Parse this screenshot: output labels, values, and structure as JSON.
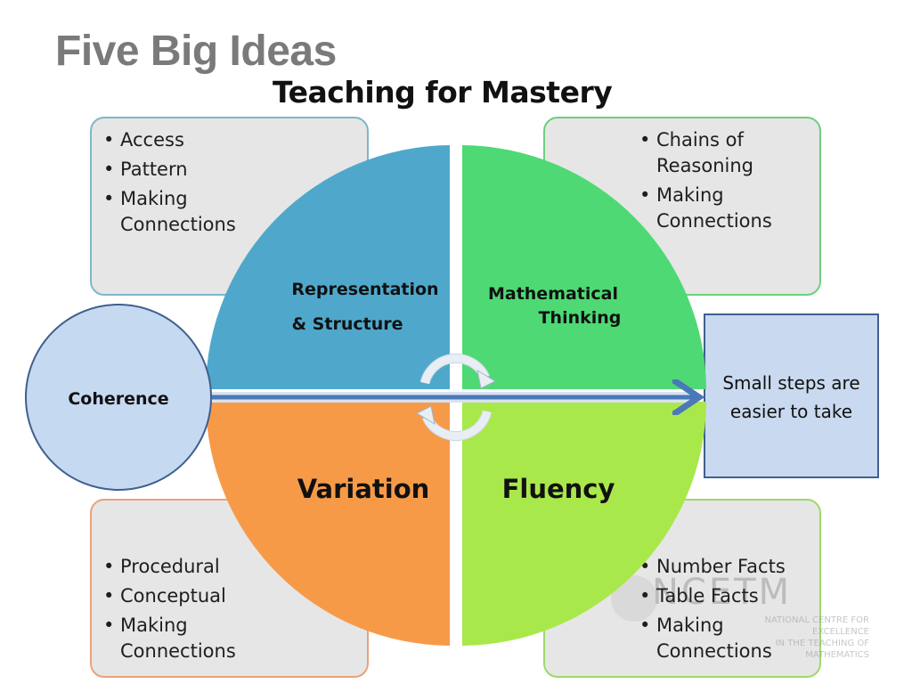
{
  "page_title": "Five Big Ideas",
  "diagram_title": "Teaching for Mastery",
  "quadrants": {
    "top_left": {
      "label_line1": "Representation",
      "label_line2": "& Structure",
      "color": "#4fa8cb"
    },
    "top_right": {
      "label_line1": "Mathematical",
      "label_line2": "Thinking",
      "color": "#4ed974"
    },
    "bottom_left": {
      "label": "Variation",
      "color": "#f79a48"
    },
    "bottom_right": {
      "label": "Fluency",
      "color": "#a9e84a"
    }
  },
  "boxes": {
    "top_left": [
      "Access",
      "Pattern",
      "Making Connections"
    ],
    "top_right": [
      "Chains of Reasoning",
      "Making Connections"
    ],
    "bottom_left": [
      "Procedural",
      "Conceptual",
      "Making Connections"
    ],
    "bottom_right": [
      "Number Facts",
      "Table Facts",
      "Making Connections"
    ]
  },
  "coherence": {
    "label": "Coherence",
    "color": "#c5d9f1"
  },
  "steps": {
    "line1": "Small steps are",
    "line2": "easier to take"
  },
  "logo": {
    "big": "NCETM",
    "small_line1": "National Centre for Excellence",
    "small_line2": "in the Teaching of Mathematics"
  }
}
